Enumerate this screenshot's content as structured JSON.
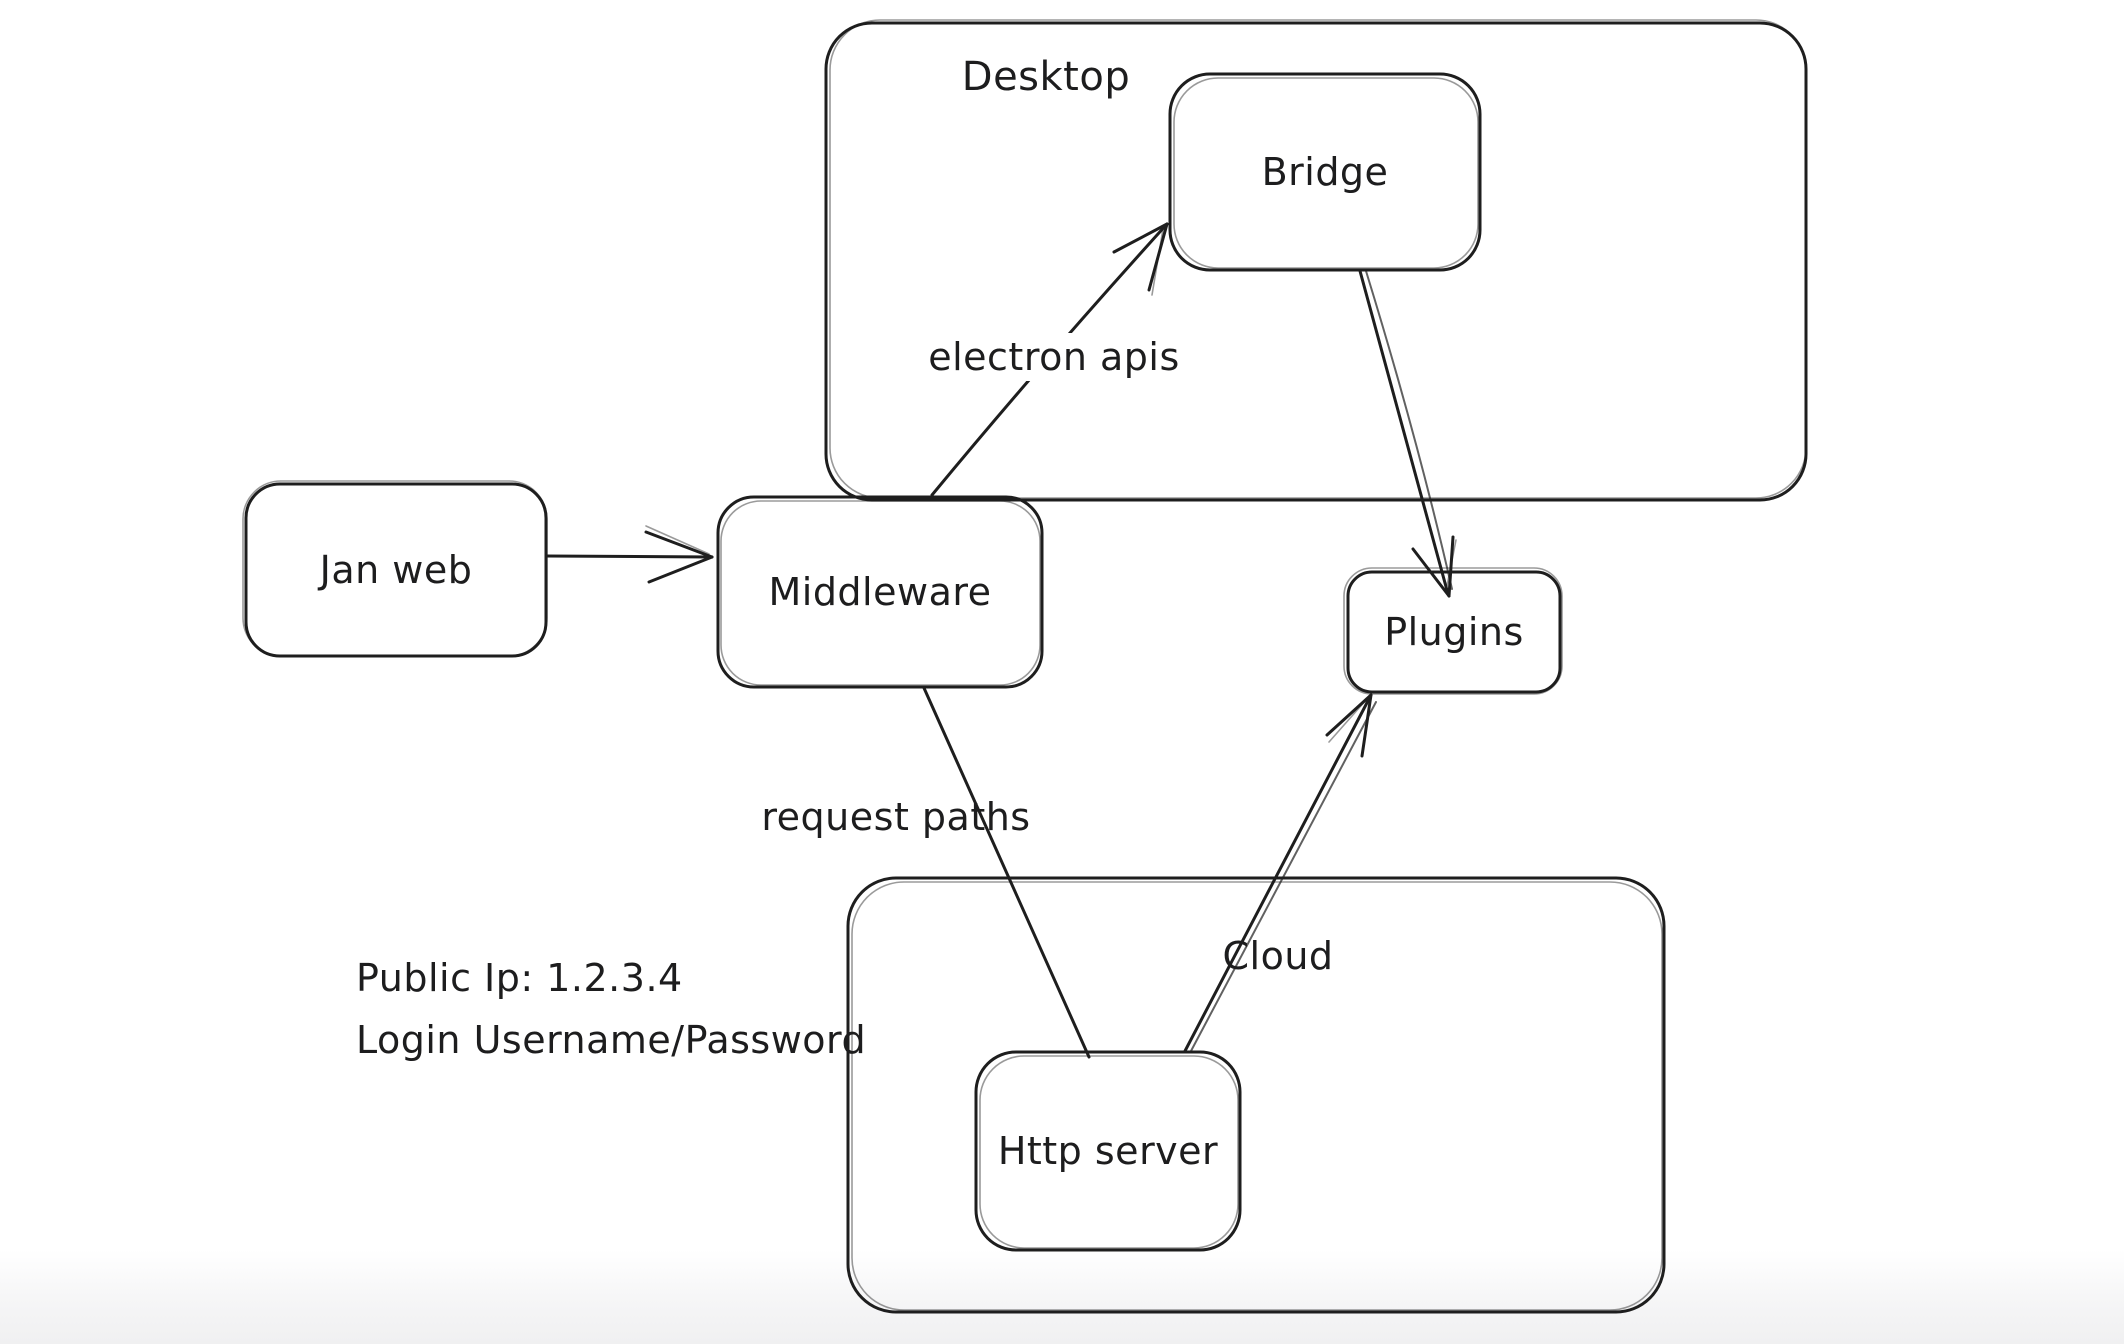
{
  "canvas": {
    "background": "#ffffff",
    "bottom_fade_color": "#f0f0f1",
    "stroke_color": "#1e1e1e",
    "text_color": "#1d1d1e"
  },
  "diagram": {
    "containers": [
      {
        "id": "desktop",
        "label": "Desktop"
      },
      {
        "id": "cloud",
        "label": "Cloud"
      }
    ],
    "nodes": [
      {
        "id": "jan-web",
        "label": "Jan web"
      },
      {
        "id": "middleware",
        "label": "Middleware"
      },
      {
        "id": "bridge",
        "label": "Bridge"
      },
      {
        "id": "plugins",
        "label": "Plugins"
      },
      {
        "id": "http-server",
        "label": "Http server"
      }
    ],
    "edges": [
      {
        "from": "jan-web",
        "to": "middleware",
        "label": ""
      },
      {
        "from": "middleware",
        "to": "bridge",
        "label": "electron apis"
      },
      {
        "from": "bridge",
        "to": "plugins",
        "label": ""
      },
      {
        "from": "http-server",
        "to": "plugins",
        "label": ""
      },
      {
        "from": "middleware",
        "to": "http-server",
        "label": "request paths"
      }
    ],
    "notes": [
      {
        "text": "Public Ip: 1.2.3.4"
      },
      {
        "text": "Login Username/Password"
      }
    ]
  }
}
